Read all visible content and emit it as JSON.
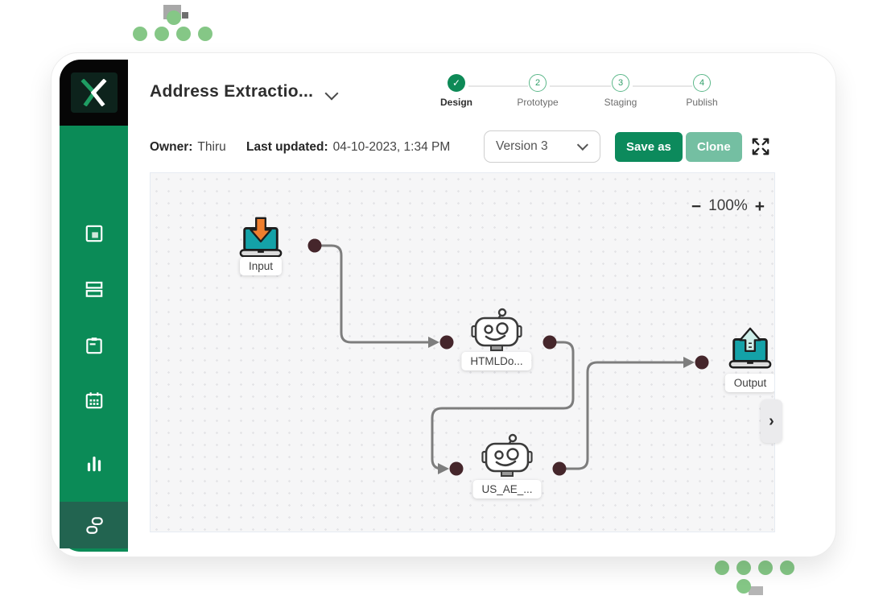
{
  "header": {
    "title": "Address Extractio...",
    "steps": [
      {
        "label": "Design",
        "mark": "✓"
      },
      {
        "label": "Prototype",
        "number": "2"
      },
      {
        "label": "Staging",
        "number": "3"
      },
      {
        "label": "Publish",
        "number": "4"
      }
    ]
  },
  "toolbar": {
    "owner_label": "Owner:",
    "owner_value": "Thiru",
    "updated_label": "Last updated:",
    "updated_value": "04-10-2023, 1:34 PM",
    "version_selected": "Version 3",
    "save_as_label": "Save as",
    "clone_label": "Clone"
  },
  "canvas": {
    "zoom_out_glyph": "−",
    "zoom_level": "100%",
    "zoom_in_glyph": "+",
    "panel_toggle_glyph": "›",
    "nodes": [
      {
        "label": "Input"
      },
      {
        "label": "HTMLDo..."
      },
      {
        "label": "US_AE_..."
      },
      {
        "label": "Output"
      }
    ]
  },
  "colors": {
    "sidebar_green": "#0b8b57",
    "active_item_green": "#226450",
    "accent_green": "#0e8a57",
    "clone_green": "#74bfa2",
    "port_maroon": "#45262b",
    "edge_gray": "#7d7d7d",
    "laptop_teal": "#14a2a8",
    "arrow_orange": "#ef7f2f",
    "arrow_pale_teal": "#cdeee9",
    "deco_dot_green": "#85c786"
  }
}
